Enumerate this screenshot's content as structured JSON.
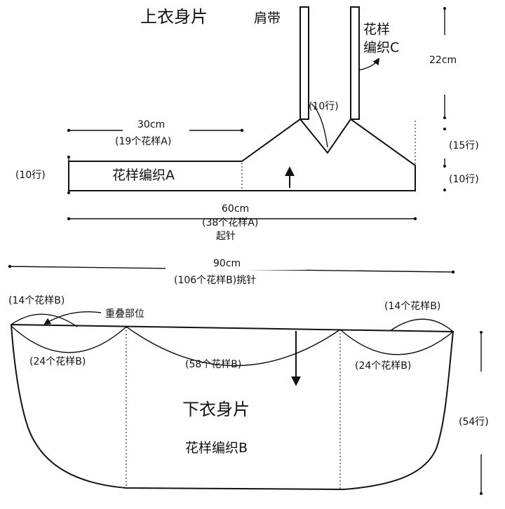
{
  "upper": {
    "title": "上衣身片",
    "strap_label": "肩带",
    "pattern_c_line1": "花样",
    "pattern_c_line2": "编织C",
    "strap_height": "22cm",
    "strap_rows": "(10行)",
    "left_width": "30cm",
    "left_repeats": "(19个花样A)",
    "left_rows": "(10行)",
    "pattern_a": "花样编织A",
    "right_rows_top": "(15行)",
    "right_rows_bottom": "(10行)",
    "bottom_width": "60cm",
    "bottom_repeats": "(38个花样A)",
    "cast_on": "起针"
  },
  "lower": {
    "total_width": "90cm",
    "pickup_repeats": "(106个花样B)挑针",
    "left_top_repeats": "(14个花样B)",
    "overlap": "重叠部位",
    "right_top_repeats": "(14个花样B)",
    "left_section": "(24个花样B)",
    "center_section": "(58个花样B)",
    "right_section": "(24个花样B)",
    "height_rows": "(54行)",
    "title": "下衣身片",
    "pattern_b": "花样编织B"
  }
}
